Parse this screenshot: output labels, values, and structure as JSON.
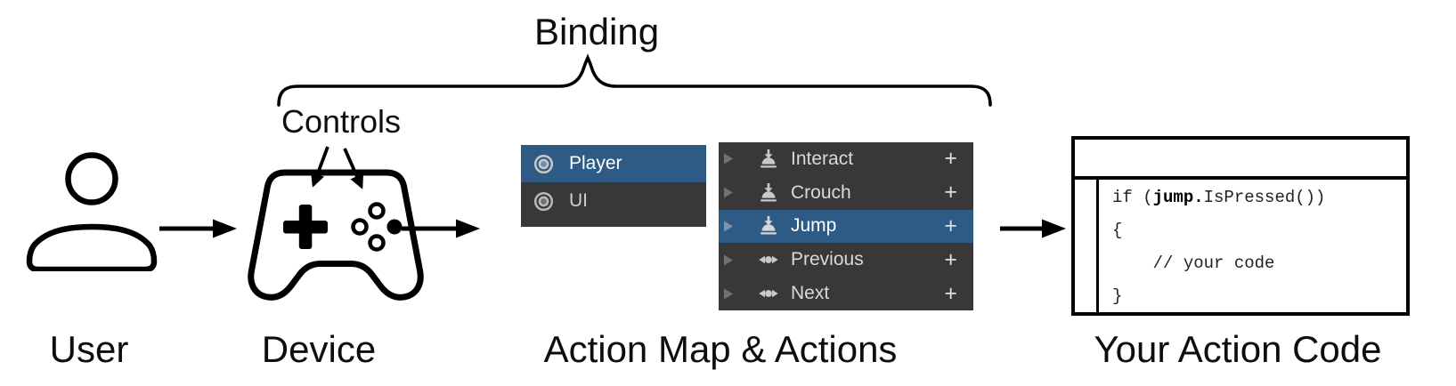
{
  "title": "Binding",
  "labels": {
    "controls": "Controls",
    "user": "User",
    "device": "Device",
    "action_map_actions": "Action Map & Actions",
    "your_action_code": "Your Action Code"
  },
  "action_map_panel": {
    "items": [
      {
        "label": "Player",
        "icon": "action-map-icon",
        "selected": true
      },
      {
        "label": "UI",
        "icon": "action-map-icon",
        "selected": false
      }
    ]
  },
  "actions_panel": {
    "add_label": "+",
    "items": [
      {
        "label": "Interact",
        "icon": "button-action-icon",
        "selected": false
      },
      {
        "label": "Crouch",
        "icon": "button-action-icon",
        "selected": false
      },
      {
        "label": "Jump",
        "icon": "button-action-icon",
        "selected": true
      },
      {
        "label": "Previous",
        "icon": "axis-action-icon",
        "selected": false
      },
      {
        "label": "Next",
        "icon": "axis-action-icon",
        "selected": false
      }
    ]
  },
  "code_panel": {
    "line1_pre": "if (",
    "line1_bold": "jump.",
    "line1_post": "IsPressed())",
    "line2": "{",
    "line3": "    // your code",
    "line4": "}"
  },
  "colors": {
    "selection_blue": "#2d5b85",
    "panel_gray": "#383838",
    "icon_gray": "#c9c9c9",
    "outline_black": "#000000",
    "background": "#ffffff"
  }
}
